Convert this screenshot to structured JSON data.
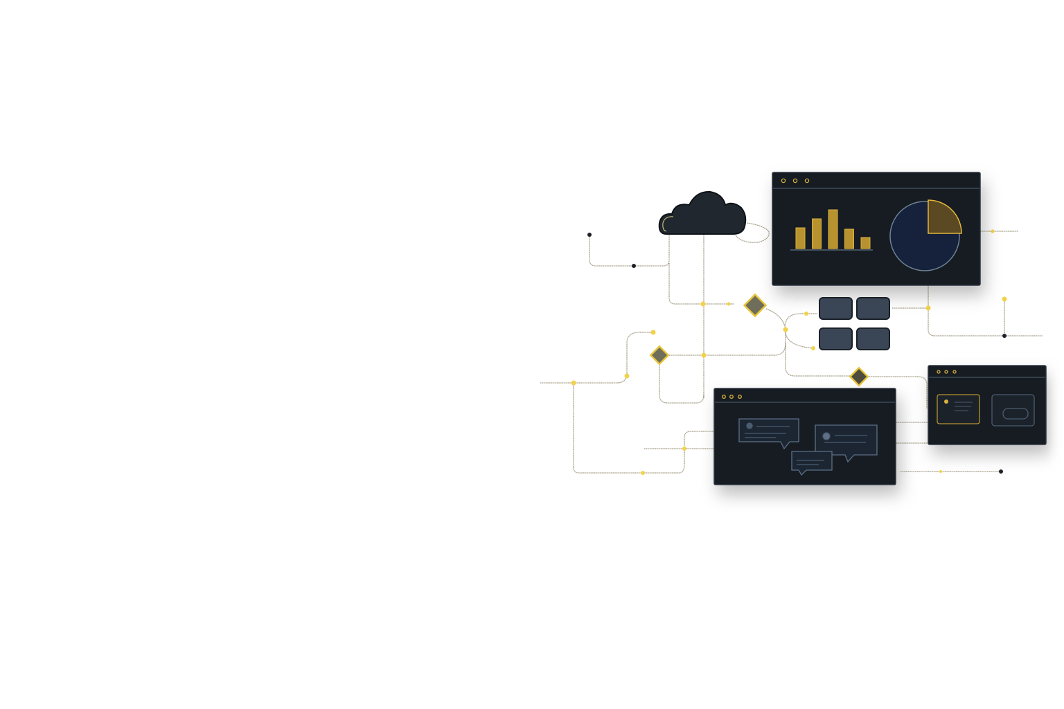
{
  "colors": {
    "background": "#ffffff",
    "panel": "#151a21",
    "accent": "#d9b23f",
    "tile": "#3a4656",
    "outline": "#5e7086",
    "wire": "#9a937a"
  },
  "dashboard": {
    "bar_values": [
      30,
      43,
      56,
      28,
      16
    ],
    "pie_highlight_fraction": 0.25
  },
  "icons": [
    "cloud-icon",
    "bar-chart-icon",
    "pie-chart-icon",
    "chat-bubble-icon",
    "diamond-node-icon"
  ]
}
